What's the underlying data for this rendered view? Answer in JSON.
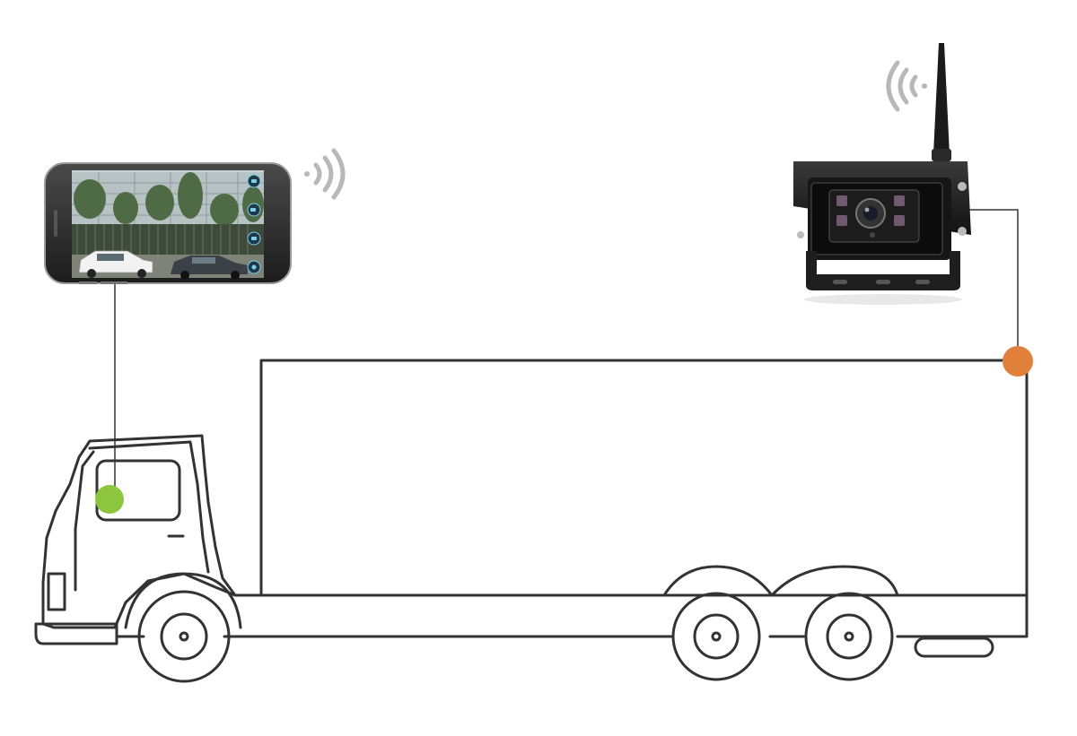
{
  "diagram": {
    "components": [
      {
        "id": "smartphone",
        "icon": "smartphone-icon"
      },
      {
        "id": "wireless-camera",
        "icon": "wireless-camera-icon"
      },
      {
        "id": "truck",
        "icon": "truck-outline-icon"
      }
    ],
    "connections": [
      {
        "from": "smartphone",
        "to": "cab-marker"
      },
      {
        "from": "wireless-camera",
        "to": "rear-marker"
      }
    ],
    "markers": {
      "cab_marker_color": "#8cc63f",
      "rear_marker_color": "#e0803b"
    },
    "colors": {
      "outline": "#333333",
      "signal": "#b8b8b8",
      "camera_body": "#1e1e1e",
      "phone_frame": "#2b2b2b"
    }
  }
}
